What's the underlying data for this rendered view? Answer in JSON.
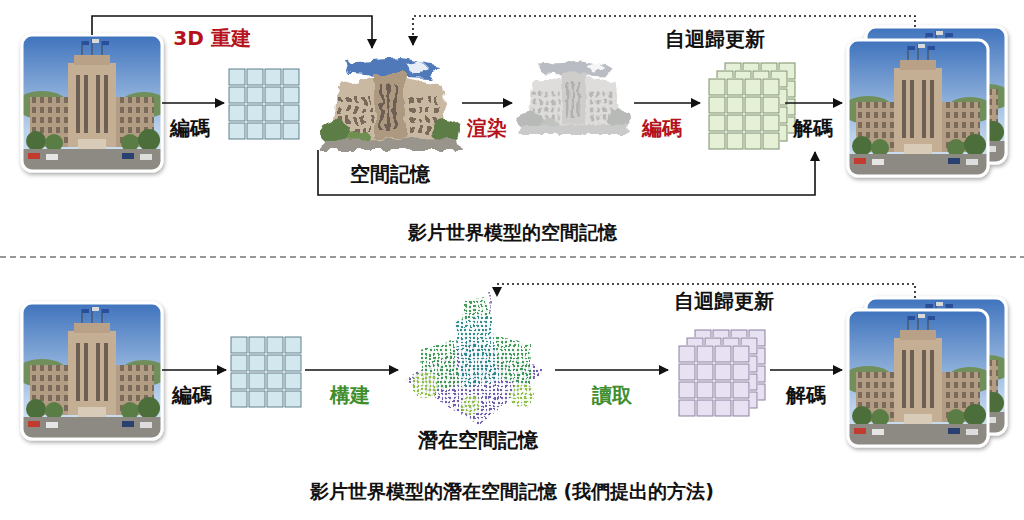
{
  "diagram": {
    "nodes": [
      {
        "text": [
          "空間記憶"
        ]
      },
      {
        "text": [
          "自迴歸更新"
        ]
      },
      {
        "text": [
          "潛在空間記憶"
        ]
      },
      {
        "text": [
          "自迴歸更新"
        ]
      }
    ],
    "edges": [
      {
        "from": 2,
        "to": 3,
        "label": "讀取",
        "arrow": "to"
      }
    ],
    "labels": [
      "3D 重建",
      "編碼",
      "渲染",
      "編碼",
      "解碼",
      "影片世界模型的空間記憶",
      "編碼",
      "構建",
      "解碼",
      "影片世界模型的潛在空間記憶 (我們提出的方法)"
    ]
  }
}
